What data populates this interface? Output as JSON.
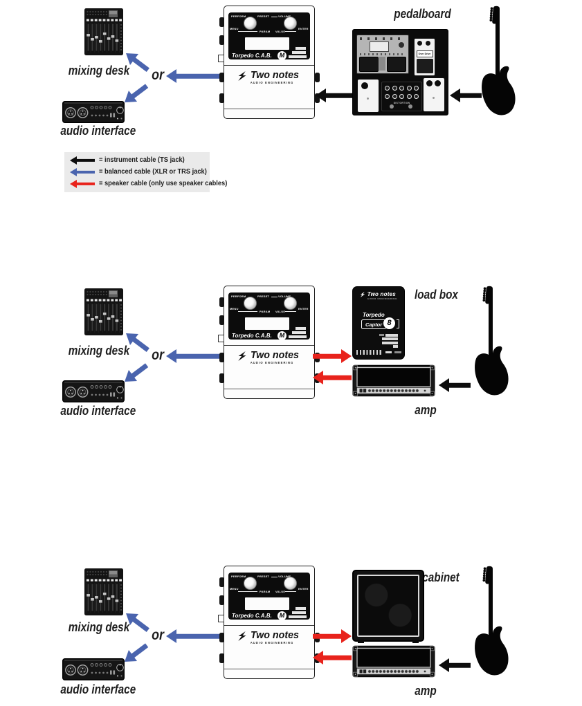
{
  "labels": {
    "mixing_desk": "mixing desk",
    "audio_interface": "audio interface",
    "or": "or",
    "pedalboard": "pedalboard",
    "load_box": "load box",
    "cabinet": "cabinet",
    "amp": "amp"
  },
  "legend": {
    "items": [
      {
        "cable": "instrument",
        "color": "#0d0d0d",
        "text": "= instrument cable (TS jack)"
      },
      {
        "cable": "balanced",
        "color": "#4a64ae",
        "text": "= balanced cable (XLR or TRS jack)"
      },
      {
        "cable": "speaker",
        "color": "#e8231c",
        "text": "= speaker cable (only use speaker cables)"
      }
    ]
  },
  "devices": {
    "cab_m": {
      "title": "Torpedo C.A.B.",
      "model": "M",
      "brand": "Two notes",
      "brand_sub": "AUDIO ENGINEERING",
      "panel": {
        "perform": "PERFORM",
        "preset": "PRESET",
        "volume": "VOLUME",
        "menu": "MENU",
        "param": "PARAM",
        "value": "VALUE",
        "enter": "ENTER"
      }
    },
    "captor": {
      "brand": "Two notes",
      "series": "Torpedo",
      "model": "Captor",
      "speaker_number": "8"
    },
    "pedalboard_pedals": {
      "overdrive": "Over Drive",
      "distortion": "DISTORTION"
    }
  },
  "colors": {
    "instrument_cable": "#0d0d0d",
    "balanced_cable": "#4a64ae",
    "speaker_cable": "#e8231c"
  }
}
